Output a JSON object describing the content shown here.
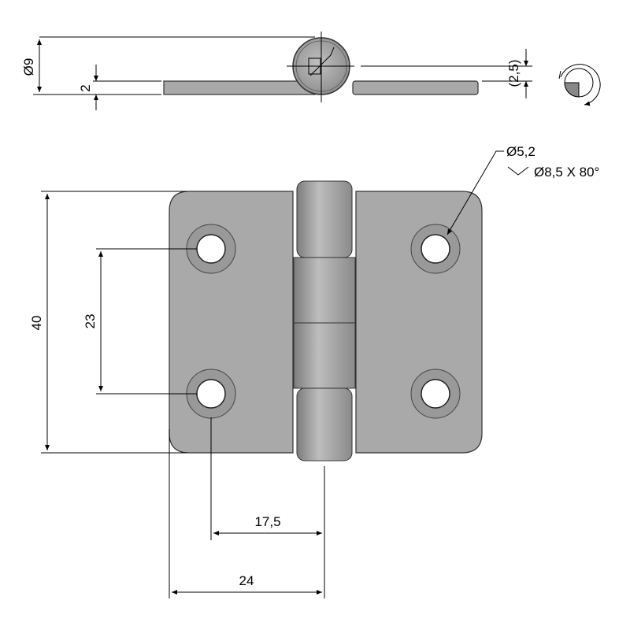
{
  "drawing": {
    "title": "Hinge technical drawing",
    "top_view": {
      "pin_diameter": "Ø9",
      "leaf_thickness": "2",
      "pin_offset": "(2,5)"
    },
    "front_view": {
      "height": "40",
      "hole_spacing_vertical": "23",
      "hole_to_axis": "17,5",
      "leaf_width": "24",
      "hole_diameter": "Ø5,2",
      "countersink": "Ø8,5 X 80°"
    },
    "colors": {
      "part": "#a9a9a9",
      "outline": "#333333"
    }
  }
}
